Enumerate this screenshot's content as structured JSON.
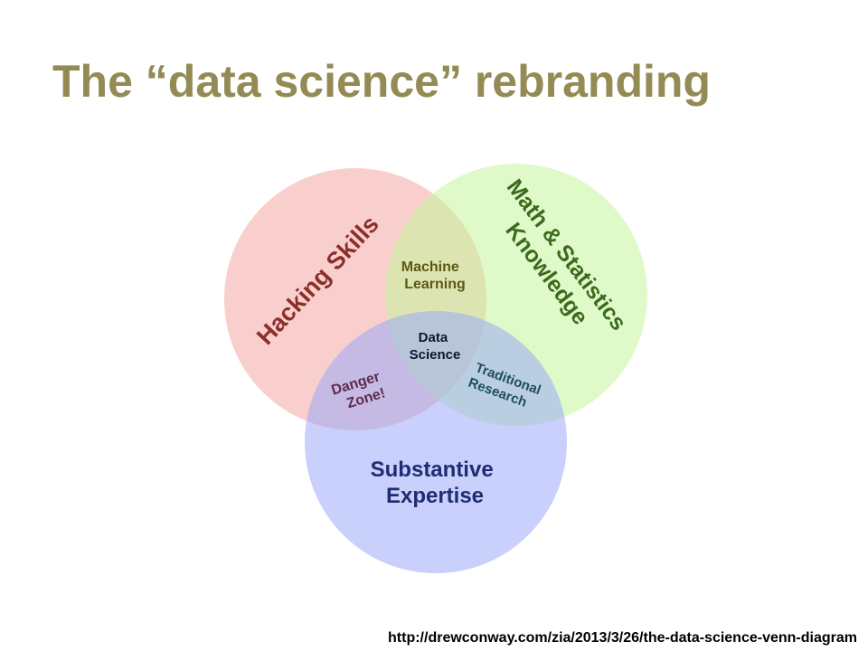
{
  "slide": {
    "title": "The “data science” rebranding",
    "title_color": "#948a54",
    "source": "http://drewconway.com/zia/2013/3/26/the-data-science-venn-diagram"
  },
  "venn": {
    "sets": [
      {
        "key": "hacking",
        "lines": [
          "Hacking Skills"
        ],
        "fill": "#f4a8a4",
        "text_color": "#8b2f2b"
      },
      {
        "key": "math",
        "lines": [
          "Math & Statistics",
          "Knowledge"
        ],
        "fill": "#c4f59a",
        "text_color": "#3c6a1e"
      },
      {
        "key": "substantive",
        "lines": [
          "Substantive",
          "Expertise"
        ],
        "fill": "#9aa9f7",
        "text_color": "#1f2c74"
      }
    ],
    "intersections": [
      {
        "key": "machine_learning",
        "lines": [
          "Machine",
          "Learning"
        ],
        "text_color": "#5b5a12"
      },
      {
        "key": "danger_zone",
        "lines": [
          "Danger",
          "Zone!"
        ],
        "text_color": "#5e2a4f"
      },
      {
        "key": "traditional_research",
        "lines": [
          "Traditional",
          "Research"
        ],
        "text_color": "#1e4e5c"
      },
      {
        "key": "data_science",
        "lines": [
          "Data",
          "Science"
        ],
        "text_color": "#0f1630"
      }
    ]
  }
}
